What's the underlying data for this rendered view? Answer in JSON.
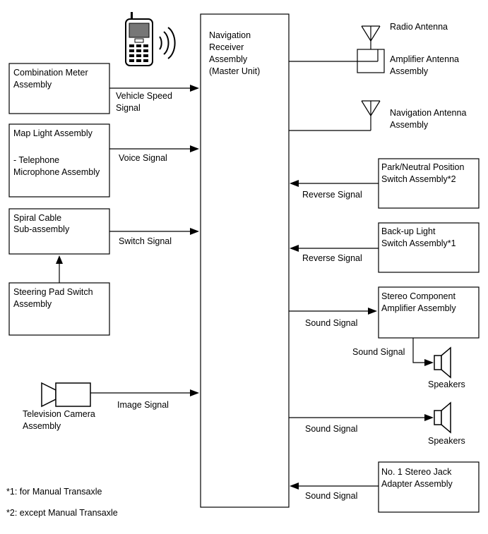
{
  "master": {
    "lines": [
      "Navigation",
      "Receiver",
      "Assembly",
      "(Master Unit)"
    ]
  },
  "left_boxes": {
    "combination_meter": {
      "lines": [
        "Combination Meter",
        "Assembly"
      ]
    },
    "map_light": {
      "lines": [
        "Map Light Assembly",
        "",
        "- Telephone",
        "Microphone Assembly"
      ]
    },
    "spiral_cable": {
      "lines": [
        "Spiral Cable",
        "Sub-assembly"
      ]
    },
    "steering_pad": {
      "lines": [
        "Steering Pad Switch",
        "Assembly"
      ]
    }
  },
  "camera": {
    "lines": [
      "Television Camera",
      "Assembly"
    ]
  },
  "right_labels": {
    "radio_antenna": "Radio Antenna",
    "amplifier_antenna": [
      "Amplifier Antenna",
      "Assembly"
    ],
    "navigation_antenna": [
      "Navigation Antenna",
      "Assembly"
    ],
    "speakers_1": "Speakers",
    "speakers_2": "Speakers"
  },
  "right_boxes": {
    "park_neutral": {
      "lines": [
        "Park/Neutral Position",
        "Switch Assembly*2"
      ]
    },
    "backup_light": {
      "lines": [
        "Back-up Light",
        "Switch Assembly*1"
      ]
    },
    "stereo_amp": {
      "lines": [
        "Stereo Component",
        "Amplifier Assembly"
      ]
    },
    "stereo_jack": {
      "lines": [
        "No. 1 Stereo Jack",
        "Adapter Assembly"
      ]
    }
  },
  "signals": {
    "vehicle_speed": [
      "Vehicle Speed",
      "Signal"
    ],
    "voice": "Voice Signal",
    "switch": "Switch Signal",
    "image": "Image Signal",
    "reverse_1": "Reverse Signal",
    "reverse_2": "Reverse Signal",
    "sound_1": "Sound Signal",
    "sound_amp_speaker": "Sound Signal",
    "sound_2": "Sound Signal",
    "sound_3": "Sound Signal"
  },
  "footnotes": {
    "note1": "*1: for Manual Transaxle",
    "note2": "*2: except Manual Transaxle"
  }
}
